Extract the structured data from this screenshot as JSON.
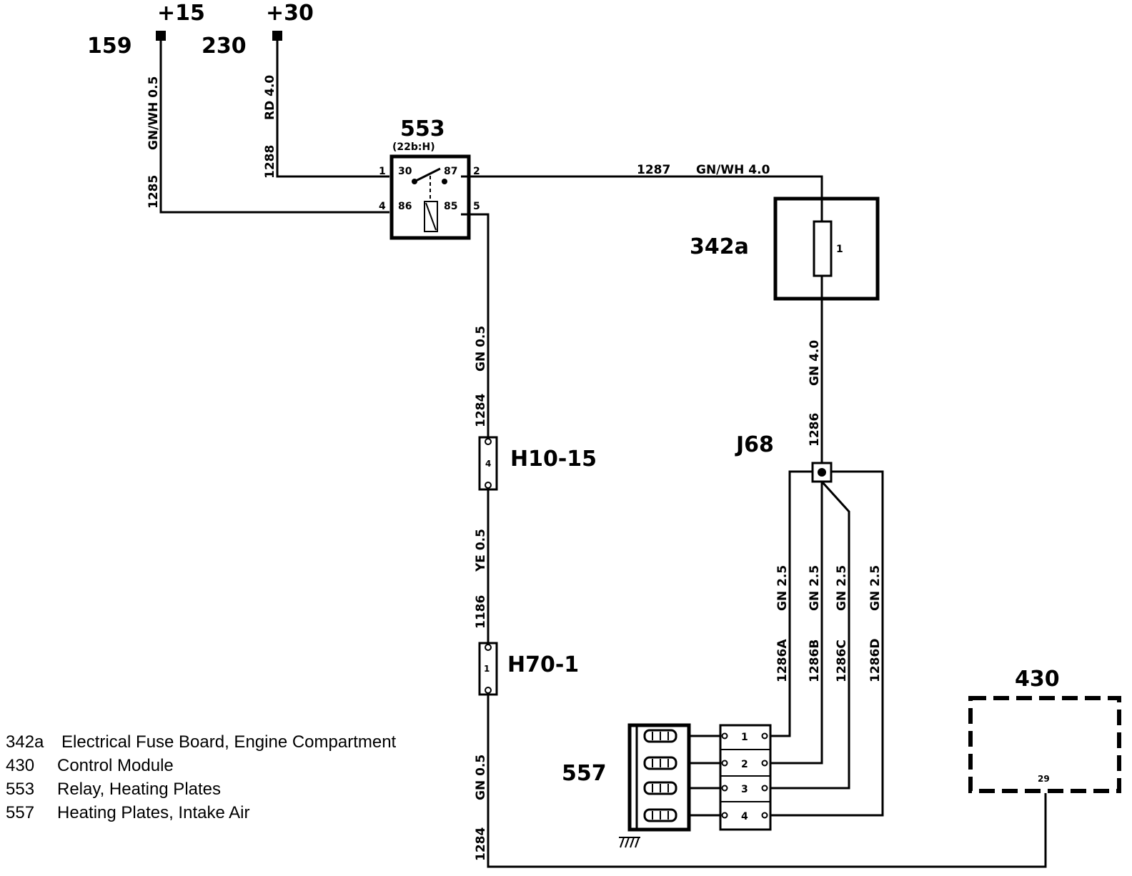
{
  "terminals": {
    "t15": {
      "voltage": "+15",
      "number": "159"
    },
    "t30": {
      "voltage": "+30",
      "number": "230"
    }
  },
  "relay": {
    "id": "553",
    "location": "(22b:H)",
    "pins": [
      "1",
      "30",
      "87",
      "2",
      "4",
      "86",
      "85",
      "5"
    ]
  },
  "fuse": {
    "id": "342a",
    "pin": "1"
  },
  "splice": {
    "id": "J68"
  },
  "connectors": [
    {
      "id": "H10-15",
      "pin": "4"
    },
    {
      "id": "H70-1",
      "pin": "1"
    }
  ],
  "heater": {
    "id": "557",
    "pins": [
      "1",
      "2",
      "3",
      "4"
    ]
  },
  "module": {
    "id": "430",
    "pin": "29"
  },
  "wires": {
    "w1285_color": "GN/WH 0.5",
    "w1285_num": "1285",
    "w1288_color": "RD 4.0",
    "w1288_num": "1288",
    "w1287_num": "1287",
    "w1287_color": "GN/WH 4.0",
    "w1284_top_color": "GN 0.5",
    "w1284_top_num": "1284",
    "w1186_color": "YE 0.5",
    "w1186_num": "1186",
    "w1284_bot_color": "GN 0.5",
    "w1284_bot_num": "1284",
    "w1286_color": "GN 4.0",
    "w1286_num": "1286",
    "w1286A_color": "GN 2.5",
    "w1286A_num": "1286A",
    "w1286B_color": "GN 2.5",
    "w1286B_num": "1286B",
    "w1286C_color": "GN 2.5",
    "w1286C_num": "1286C",
    "w1286D_color": "GN 2.5",
    "w1286D_num": "1286D"
  },
  "legend": [
    {
      "code": "342a",
      "desc": "Electrical Fuse Board, Engine Compartment"
    },
    {
      "code": "430",
      "desc": "Control Module"
    },
    {
      "code": "553",
      "desc": "Relay, Heating Plates"
    },
    {
      "code": "557",
      "desc": "Heating Plates, Intake Air"
    }
  ]
}
